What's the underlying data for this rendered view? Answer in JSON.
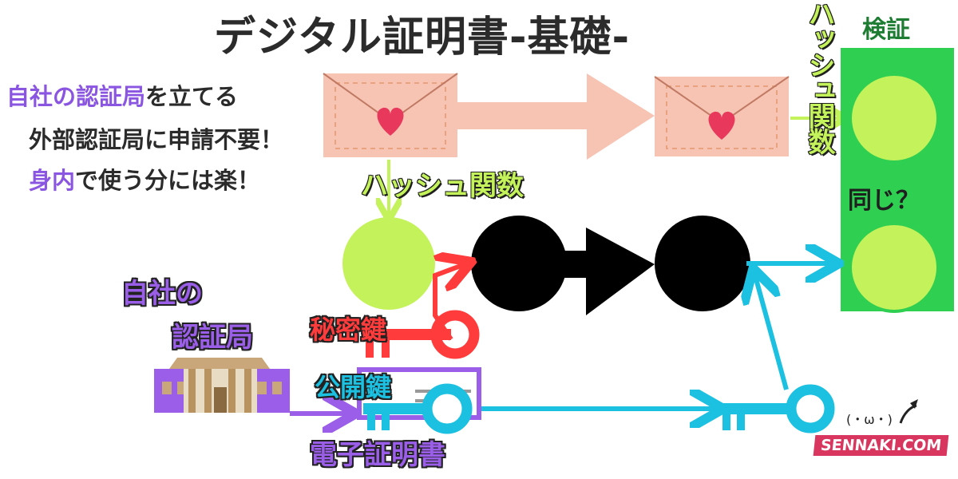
{
  "title": "デジタル証明書-基礎-",
  "notes": {
    "line1_highlight": "自社の認証局",
    "line1_rest": "を立てる",
    "line2": "外部認証局に申請不要！",
    "line3_highlight": "身内",
    "line3_rest": "で使う分には楽！"
  },
  "labels": {
    "hash_function_horizontal": "ハッシュ関数",
    "hash_function_vertical": "ハッシュ関数",
    "verify": "検証",
    "same": "同じ？",
    "own_ca_line1": "自社の",
    "own_ca_line2": "認証局",
    "private_key": "秘密鍵",
    "public_key": "公開鍵",
    "digital_certificate": "電子証明書",
    "face": "(・ω・)",
    "brand": "SENNAKI.COM"
  },
  "colors": {
    "envelope": "#f7c4b4",
    "arrow_pink": "#f7c4b4",
    "hash_green": "#c4f25a",
    "verify_panel": "#2fcf52",
    "private_key_red": "#ff3b3b",
    "public_key_cyan": "#1cc0e0",
    "ca_purple": "#9a5ee8",
    "brand": "#d9365f"
  },
  "icons": [
    "envelope-heart-icon",
    "building-icon",
    "key-icon",
    "circle-icon",
    "arrow-icon"
  ]
}
